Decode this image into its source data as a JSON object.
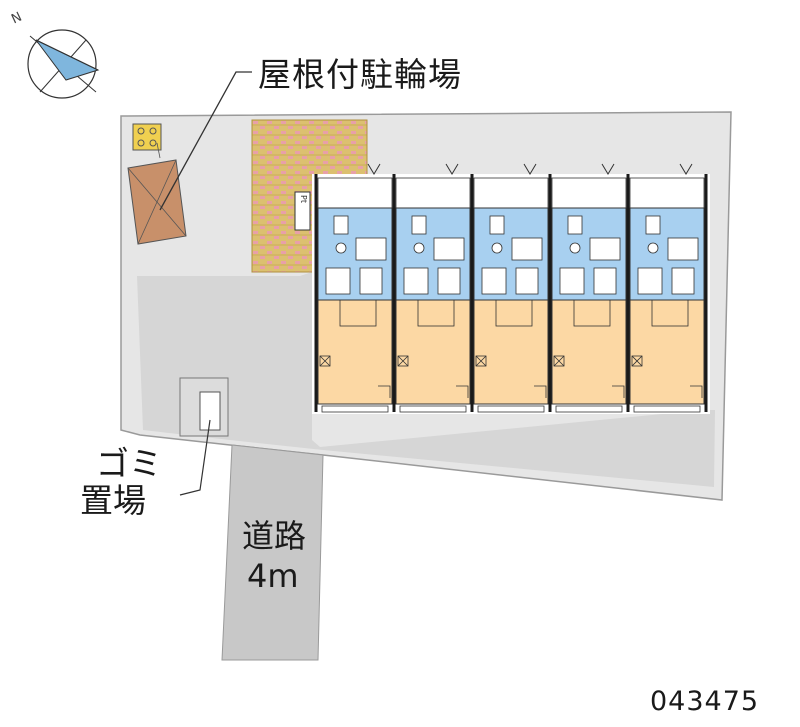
{
  "labels": {
    "roofed_bicycle_parking": "屋根付駐輪場",
    "garbage_line1": "ゴミ",
    "garbage_line2": "置場",
    "road_line1": "道路",
    "road_line2": "4m",
    "property_id": "043475",
    "compass_north": "N",
    "pole_transformer": "Pt"
  },
  "colors": {
    "ground": "#e6e6e6",
    "road": "#c8c8c8",
    "wet_area": "#a8d0f0",
    "living_room": "#fcd8a4",
    "bike_parking": "#dcc070",
    "bike_stripes": "#e8a0a8",
    "storage_shed": "#c8906a",
    "wall": "#1a1a1a"
  },
  "building": {
    "unit_count": 5
  }
}
